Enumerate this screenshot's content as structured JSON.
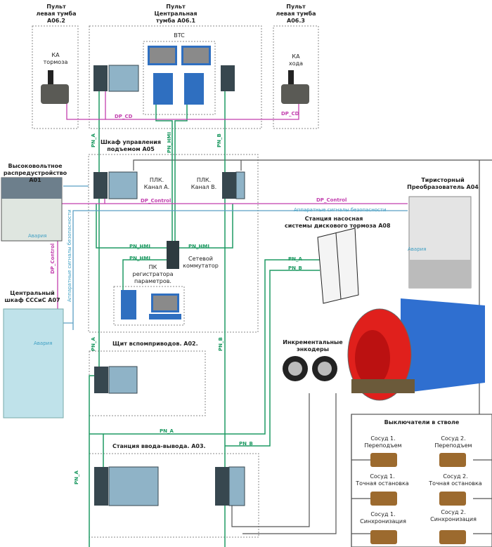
{
  "units": {
    "a06_2": {
      "title": "Пульт\nлевая тумба\nA06.2",
      "device": "КА\nтормоза"
    },
    "a06_1": {
      "title": "Пульт\nЦентральная\nтумба A06.1",
      "btc": "BTC"
    },
    "a06_3": {
      "title": "Пульт\nлевая тумба\nA06.3",
      "device": "КА\nхода"
    },
    "a05": {
      "title": "Шкаф управления\nподъемом A05",
      "plc_a": "ПЛК.\nКанал А.",
      "plc_b": "ПЛК.\nКанал В.",
      "switch": "Сетевой\nкоммутатор",
      "pc": "ПК\nрегистратора\nпараметров."
    },
    "a01": {
      "title": "Высоковольтное\nраспредустройство\nA01",
      "alarm": "Авария"
    },
    "a07": {
      "title": "Центральный\nшкаф СССиС А07",
      "alarm": "Авария"
    },
    "a04": {
      "title": "Тиристорный\nПреобразователь А04",
      "alarm": "Авария"
    },
    "a08": {
      "title": "Станция насосная\nсистемы дискового тормоза А08"
    },
    "a02": {
      "title": "Щит вспомприводов. А02."
    },
    "a03": {
      "title": "Станция ввода-вывода. А03."
    },
    "encoders": {
      "title": "Инкрементальные\nэнкодеры"
    },
    "switches": {
      "title": "Выключатели в стволе",
      "items": [
        "Сосуд 1.\nПереподъем",
        "Сосуд 2.\nПереподъем",
        "Сосуд 1.\nТочная остановка",
        "Сосуд 2.\nТочная остановка",
        "Сосуд 1.\nСинхронизация",
        "Сосуд 2.\nСинхронизация"
      ]
    }
  },
  "signals": {
    "dp_cd": "DP_CD",
    "pn_a": "PN_A",
    "pn_b": "PN_B",
    "pn_hmi": "PN_HMI",
    "dp_control": "DP_Control",
    "safety": "Аппаратные сигналы безопасности"
  },
  "colors": {
    "profinet": "#1f9a63",
    "profibus": "#c23fae",
    "safety": "#3f9fc3",
    "plc": "#37474f",
    "pc": "#2f6fc0"
  }
}
